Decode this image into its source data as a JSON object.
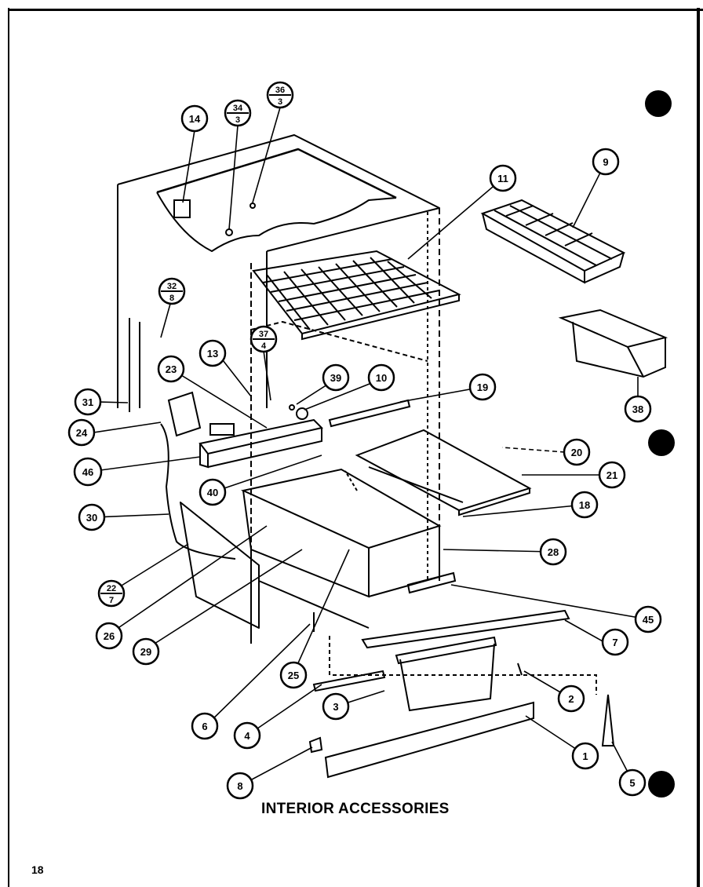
{
  "caption": "INTERIOR ACCESSORIES",
  "page_number": "18",
  "callouts": {
    "c1": "1",
    "c2": "2",
    "c3": "3",
    "c4": "4",
    "c5": "5",
    "c6": "6",
    "c7": "7",
    "c8": "8",
    "c9": "9",
    "c10": "10",
    "c11": "11",
    "c13": "13",
    "c14": "14",
    "c18": "18",
    "c19": "19",
    "c20": "20",
    "c21": "21",
    "c23": "23",
    "c24": "24",
    "c25": "25",
    "c26": "26",
    "c28": "28",
    "c29": "29",
    "c30": "30",
    "c31": "31",
    "c38": "38",
    "c39": "39",
    "c40": "40",
    "c45": "45",
    "c46": "46",
    "c34_top": "34",
    "c34_bottom": "3",
    "c36_top": "36",
    "c36_bottom": "3",
    "c32_top": "32",
    "c32_bottom": "8",
    "c37_top": "37",
    "c37_bottom": "4",
    "c22_top": "22",
    "c22_bottom": "7"
  }
}
